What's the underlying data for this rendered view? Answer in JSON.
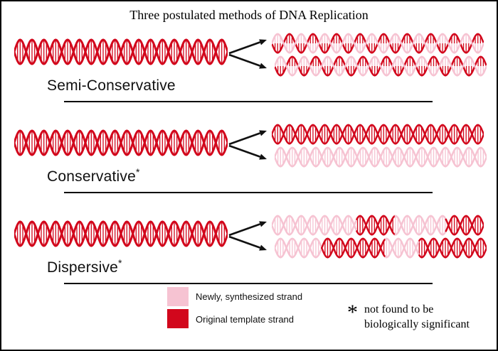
{
  "title": "Three postulated methods of DNA Replication",
  "colors": {
    "original": "#d2071c",
    "new": "#f6c3d2",
    "arrow": "#111111"
  },
  "legend": {
    "new_label": "Newly, synthesized strand",
    "original_label": "Original template strand"
  },
  "footnote": {
    "marker": "*",
    "text": "not found to be\nbiologically significant"
  },
  "sections": [
    {
      "label": "Semi-Conservative",
      "marker": "",
      "left": {
        "A": [
          {
            "c": "original",
            "f": 1
          }
        ],
        "B": [
          {
            "c": "original",
            "f": 1
          }
        ]
      },
      "right": [
        {
          "A": [
            {
              "c": "original",
              "f": 1
            }
          ],
          "B": [
            {
              "c": "new",
              "f": 1
            }
          ]
        },
        {
          "A": [
            {
              "c": "original",
              "f": 1
            }
          ],
          "B": [
            {
              "c": "new",
              "f": 1
            }
          ]
        }
      ]
    },
    {
      "label": "Conservative",
      "marker": "*",
      "left": {
        "A": [
          {
            "c": "original",
            "f": 1
          }
        ],
        "B": [
          {
            "c": "original",
            "f": 1
          }
        ]
      },
      "right": [
        {
          "A": [
            {
              "c": "original",
              "f": 1
            }
          ],
          "B": [
            {
              "c": "original",
              "f": 1
            }
          ]
        },
        {
          "A": [
            {
              "c": "new",
              "f": 1
            }
          ],
          "B": [
            {
              "c": "new",
              "f": 1
            }
          ]
        }
      ]
    },
    {
      "label": "Dispersive",
      "marker": "*",
      "left": {
        "A": [
          {
            "c": "original",
            "f": 1
          }
        ],
        "B": [
          {
            "c": "original",
            "f": 1
          }
        ]
      },
      "right": [
        {
          "A": [
            {
              "c": "new",
              "f": 0.4
            },
            {
              "c": "original",
              "f": 0.18
            },
            {
              "c": "new",
              "f": 0.24
            },
            {
              "c": "original",
              "f": 0.18
            }
          ],
          "B": [
            {
              "c": "new",
              "f": 0.4
            },
            {
              "c": "original",
              "f": 0.18
            },
            {
              "c": "new",
              "f": 0.24
            },
            {
              "c": "original",
              "f": 0.18
            }
          ]
        },
        {
          "A": [
            {
              "c": "new",
              "f": 0.22
            },
            {
              "c": "original",
              "f": 0.3
            },
            {
              "c": "new",
              "f": 0.16
            },
            {
              "c": "original",
              "f": 0.32
            }
          ],
          "B": [
            {
              "c": "new",
              "f": 0.22
            },
            {
              "c": "original",
              "f": 0.3
            },
            {
              "c": "new",
              "f": 0.16
            },
            {
              "c": "original",
              "f": 0.32
            }
          ]
        }
      ]
    }
  ]
}
